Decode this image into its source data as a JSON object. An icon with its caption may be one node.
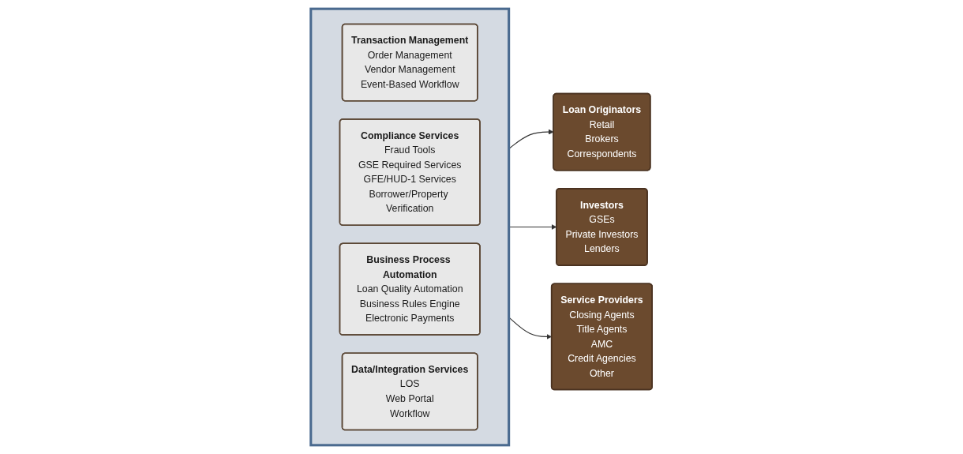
{
  "diagram": {
    "nodes": [
      {
        "text": [
          "Loan Originators",
          "Retail",
          "Brokers",
          "Correspondents"
        ]
      },
      {
        "text": [
          "Investors",
          "GSEs",
          "Private Investors",
          "Lenders"
        ]
      },
      {
        "text": [],
        "shape": "box"
      },
      {
        "text": [
          "Transaction Management",
          "Order Management",
          "Vendor Management",
          "Event-Based Workflow"
        ],
        "in": 2
      },
      {
        "text": [
          "Compliance Services",
          "Fraud Tools",
          "GSE Required Services",
          "GFE/HUD-1 Services",
          "Borrower/Property Verification"
        ],
        "in": 2
      },
      {
        "text": [
          "Business Process Automation",
          "Loan Quality Automation",
          "Business Rules Engine",
          "Electronic Payments"
        ],
        "in": 2
      },
      {
        "text": [
          "Data/Integration Services",
          "LOS",
          "Web Portal",
          "Workflow"
        ],
        "in": 2
      },
      {
        "text": [
          "Service Providers",
          "Closing Agents",
          "Title Agents",
          "AMC",
          "Credit Agencies",
          "Other"
        ]
      }
    ],
    "edges": [
      {
        "from": 2,
        "to": 0,
        "arrow": "to"
      },
      {
        "from": 2,
        "to": 1,
        "arrow": "to"
      },
      {
        "from": 2,
        "to": 7,
        "arrow": "to"
      }
    ]
  }
}
